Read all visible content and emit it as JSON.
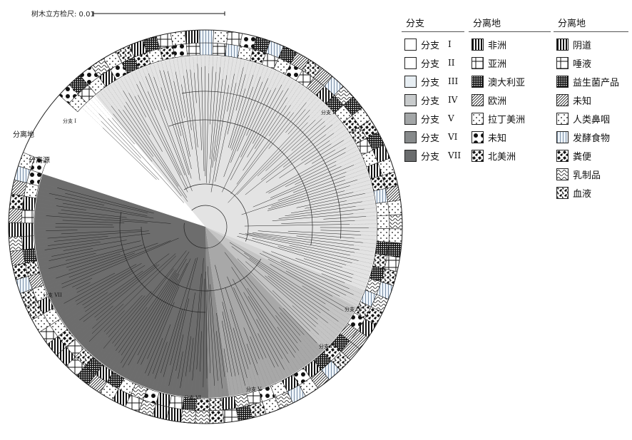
{
  "scale": {
    "label": "树木立方检尺: 0.01"
  },
  "ring_labels": {
    "origin": "分离地",
    "source": "分离源"
  },
  "clade_labels": [
    "分支 I",
    "分支 II",
    "分支 III",
    "分支 IV",
    "分支 V",
    "分支 VI",
    "分支 VII"
  ],
  "legend": {
    "clade_header": "分支",
    "clades": [
      {
        "text": "分支",
        "roman": "I",
        "color": "#ffffff"
      },
      {
        "text": "分支",
        "roman": "II",
        "color": "#ffffff"
      },
      {
        "text": "分支",
        "roman": "III",
        "color": "#e7eef3"
      },
      {
        "text": "分支",
        "roman": "IV",
        "color": "#c8cbcc"
      },
      {
        "text": "分支",
        "roman": "V",
        "color": "#a3a6a7"
      },
      {
        "text": "分支",
        "roman": "VI",
        "color": "#878a8b"
      },
      {
        "text": "分支",
        "roman": "VII",
        "color": "#6a6c6d"
      }
    ],
    "region_header": "分离地",
    "regions": [
      {
        "label": "非洲",
        "pattern": "vstripes"
      },
      {
        "label": "亚洲",
        "pattern": "cross"
      },
      {
        "label": "澳大利亚",
        "pattern": "grid"
      },
      {
        "label": "欧洲",
        "pattern": "diag"
      },
      {
        "label": "拉丁美洲",
        "pattern": "dots"
      },
      {
        "label": "未知",
        "pattern": "bigdot"
      },
      {
        "label": "北美洲",
        "pattern": "camo"
      }
    ],
    "source_header": "分离地",
    "sources": [
      {
        "label": "阴道",
        "pattern": "vstripes"
      },
      {
        "label": "唾液",
        "pattern": "cross"
      },
      {
        "label": "益生菌产品",
        "pattern": "grid"
      },
      {
        "label": "未知",
        "pattern": "diag"
      },
      {
        "label": "人类鼻咽",
        "pattern": "dots"
      },
      {
        "label": "发酵食物",
        "pattern": "lightv"
      },
      {
        "label": "粪便",
        "pattern": "camo"
      },
      {
        "label": "乳制品",
        "pattern": "waves"
      },
      {
        "label": "血液",
        "pattern": "camo2"
      }
    ]
  },
  "colors": {
    "clade_ii_bg": "#e3e3e3",
    "clade_iii_bg": "#d5d5d5",
    "clade_iv_bg": "#c4c4c4",
    "clade_v_bg": "#a8a8a8",
    "clade_vi_bg": "#8e8e8e",
    "clade_vii_bg": "#6d6d6d",
    "ring_border": "#222222"
  }
}
